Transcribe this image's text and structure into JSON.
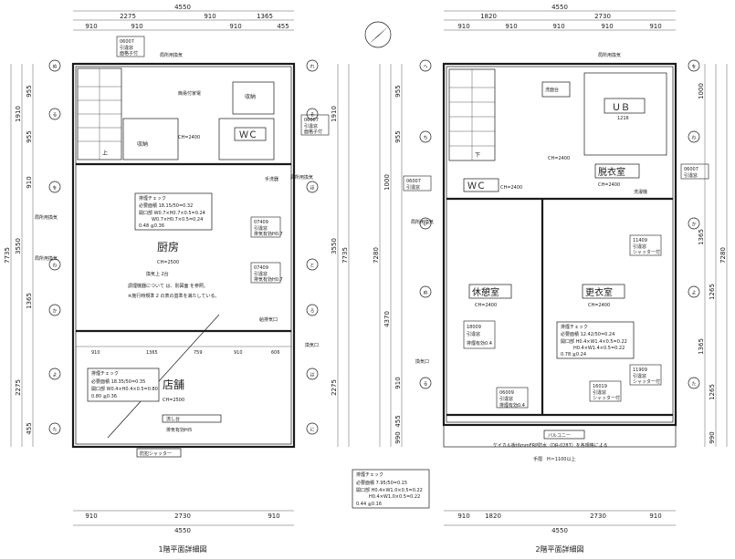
{
  "plan1": {
    "top_dims": {
      "total": "4550",
      "a": "2275",
      "b": "910",
      "c": "1365",
      "d": "910",
      "e": "910",
      "f": "910",
      "g": "455"
    },
    "bottom_dims": {
      "total": "4550",
      "a": "910",
      "b": "2730",
      "c": "910"
    },
    "left_dims": {
      "total": "7735",
      "a": "1910",
      "b": "955",
      "c": "955",
      "d": "3550",
      "e": "2275",
      "f": "455",
      "g": "910",
      "h": "1365"
    },
    "right_dims": {
      "total": "7735",
      "a": "1910",
      "b": "3550",
      "c": "2275"
    },
    "interior_dims": {
      "a": "910",
      "b": "1365",
      "c": "759",
      "d": "910",
      "e": "606"
    },
    "rooms": {
      "stair_up": "上",
      "storage1": "収納",
      "storage2": "収納",
      "wc": "ＷＣ",
      "wc_ch": "CH=2400",
      "kitchen": "厨房",
      "kitchen_ch": "CH=2500",
      "shop": "店舗",
      "shop_ch": "CH=2500"
    },
    "labels": {
      "mini_kitchen": "簡易付家電",
      "tank": "手洗器",
      "exhaust1": "局所用換気",
      "exhaust2": "局所用換気",
      "exhaust3": "局所用換気",
      "fan": "換気口",
      "vent": "換気口",
      "dust": "換気口",
      "shutter": "防犯シャッター",
      "entry_exhaust": "局所用換気",
      "sink": "流し台",
      "neg_pressure": "排気有効Hi5",
      "grease": "給排気口",
      "shop_sink": "排気有効Hi5"
    },
    "notes": {
      "check1_title": "排煙チェック",
      "check1_line1": "必要面積 18.15/50=0.32",
      "check1_line2": "開口部 W0.7×H0.7×0.5=0.24",
      "check1_line3": "W0.7×H0.7×0.5=0.24",
      "check1_line4": "0.48 ≧0.36",
      "kitchen_note1": "換気上 2台",
      "kitchen_note2": "調理機器について は、別図面 を参照。",
      "kitchen_note3": "※施行時規準 2 の表の基準を満たしている。",
      "check2_title": "排煙チェック",
      "check2_line1": "必要面積 18.35/50=0.35",
      "check2_line2": "開口部 W0.4×H0.4×0.5=0.80",
      "check2_line3": "0.80 ≧0.36"
    },
    "windows": {
      "w1": "06007",
      "w1a": "引違窓",
      "w1b": "面格子付",
      "w2": "06007",
      "w2a": "引違窓",
      "w2b": "面格子付",
      "w3": "07409",
      "w3a": "引違窓",
      "w3b": "排気有効H0.7",
      "w4": "07409",
      "w4a": "引違窓",
      "w4b": "排気有効H0.7"
    },
    "caption": "1階平面詳細図"
  },
  "plan2": {
    "top_dims": {
      "total": "4550",
      "a": "1820",
      "b": "2730",
      "c": "910",
      "d": "910",
      "e": "910",
      "f": "910",
      "g": "910"
    },
    "bottom_dims": {
      "total": "4550",
      "a": "1820",
      "b": "2730",
      "c": "910",
      "d": "910"
    },
    "left_dims": {
      "total": "7280",
      "a": "1000",
      "b": "955",
      "c": "955",
      "d": "4370",
      "e": "910",
      "f": "455",
      "g": "990"
    },
    "right_dims": {
      "total": "7280",
      "a": "1000",
      "b": "1365",
      "c": "1365",
      "d": "1265",
      "e": "1265",
      "f": "990"
    },
    "rooms": {
      "stair_dn": "下",
      "ub": "ＵＢ",
      "ub_size": "1216",
      "wc": "ＷＣ",
      "wc_ch": "CH=2400",
      "dressing": "脱衣室",
      "dressing_ch": "CH=2400",
      "rest": "休憩室",
      "rest_ch": "CH=2400",
      "changing": "更衣室",
      "changing_ch": "CH=2400",
      "balcony": "バルコニー"
    },
    "labels": {
      "wash_basin": "洗面台",
      "washer": "洗濯機",
      "exhaust1": "局所用換気",
      "exhaust2": "局所用換気",
      "vent": "換気口",
      "balcony_note": "ケイカル板t6mmFRP防水（DR-0287）を各規格による",
      "rail": "手摺　H＝1100以上",
      "ch": "CH=2400"
    },
    "notes": {
      "check_title": "排煙チェック",
      "check_line1": "必要面積 12.42/50=0.24",
      "check_line2": "開口部 H0.4×W1.4×0.5=0.22",
      "check_line3": "H0.4×W1.4×0.5=0.22",
      "check_line4": "0.78 ≧0.24",
      "check3_title": "排煙チェック",
      "check3_line1": "必要面積 7.95/50=0.15",
      "check3_line2": "開口部 H0.4×W1.0×0.5=0.22",
      "check3_line3": "H0.4×W1.0×0.5=0.22",
      "check3_line4": "0.44 ≧0.16"
    },
    "windows": {
      "w1": "06007",
      "w1a": "引違窓",
      "w2": "06007",
      "w2a": "引違窓",
      "w3": "11409",
      "w3a": "引違窓",
      "w3b": "シャッター付",
      "w4": "18009",
      "w4a": "引違窓",
      "w4b": "排煙有効0.4",
      "w5": "06009",
      "w5a": "引違窓",
      "w5b": "排煙有効0.4",
      "w6": "16019",
      "w6a": "引違窓",
      "w6b": "シャッター付",
      "w7": "11909",
      "w7a": "引違窓",
      "w7b": "シャッター付"
    },
    "caption": "2階平面詳細図"
  },
  "grid_marks": [
    "ぬ",
    "る",
    "を",
    "わ",
    "か",
    "よ",
    "た",
    "れ",
    "そ",
    "ほ",
    "と",
    "ろ",
    "は",
    "に",
    "へ",
    "ち",
    "い"
  ]
}
